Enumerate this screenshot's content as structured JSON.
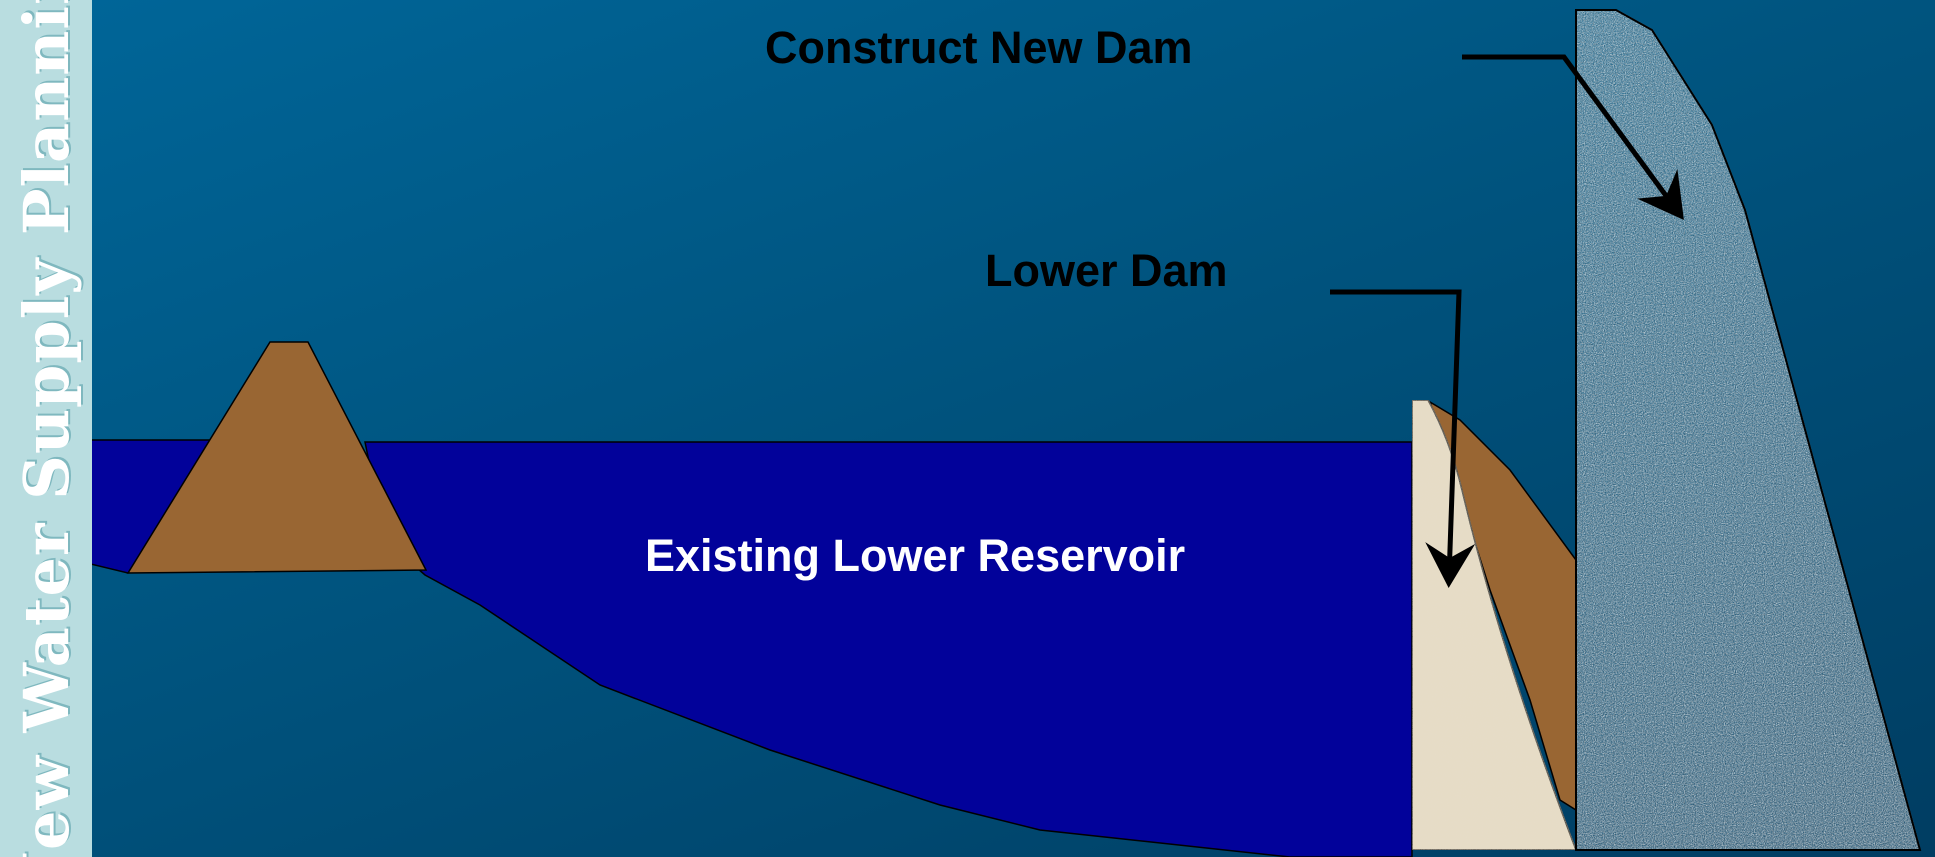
{
  "banner": {
    "text": "at's New Water Supply Planning Re"
  },
  "labels": {
    "construct_new_dam": "Construct New Dam",
    "lower_dam": "Lower Dam",
    "existing_lower_reservoir": "Existing Lower Reservoir"
  },
  "colors": {
    "background": "#00547f",
    "water": "#02029a",
    "earth_dam": "#996633",
    "lower_dam": "#e6dcc5",
    "new_dam": "#aaaaaa",
    "banner": "#b9dde0"
  }
}
